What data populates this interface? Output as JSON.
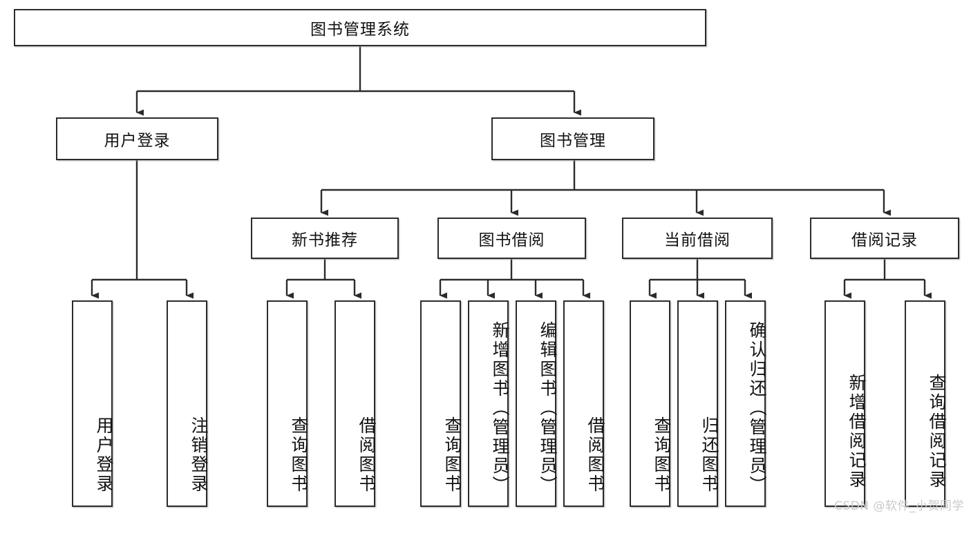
{
  "diagram": {
    "type": "tree-hierarchy-chart",
    "title": "图书管理系统",
    "watermark": "CSDN @软件_小贺同学",
    "colors": {
      "box_border": "#2b2b2b",
      "box_fill": "#ffffff",
      "connector": "#2b2b2b",
      "text": "#111111",
      "watermark": "#c9c9c9",
      "background": "#ffffff"
    },
    "root": {
      "label": "图书管理系统"
    },
    "level2": [
      {
        "label": "用户登录"
      },
      {
        "label": "图书管理"
      }
    ],
    "level3": [
      {
        "label": "新书推荐"
      },
      {
        "label": "图书借阅"
      },
      {
        "label": "当前借阅"
      },
      {
        "label": "借阅记录"
      }
    ],
    "leaves": {
      "user_login": [
        {
          "label": "用户登录"
        },
        {
          "label": "注销登录"
        }
      ],
      "new_book_recommend": [
        {
          "label": "查询图书"
        },
        {
          "label": "借阅图书"
        }
      ],
      "book_borrow": [
        {
          "label": "查询图书"
        },
        {
          "label": "新增图书（管理员）"
        },
        {
          "label": "编辑图书（管理员）"
        },
        {
          "label": "借阅图书"
        }
      ],
      "current_borrow": [
        {
          "label": "查询图书"
        },
        {
          "label": "归还图书"
        },
        {
          "label": "确认归还（管理员）"
        }
      ],
      "borrow_record": [
        {
          "label": "新增借阅记录"
        },
        {
          "label": "查询借阅记录"
        }
      ]
    }
  }
}
